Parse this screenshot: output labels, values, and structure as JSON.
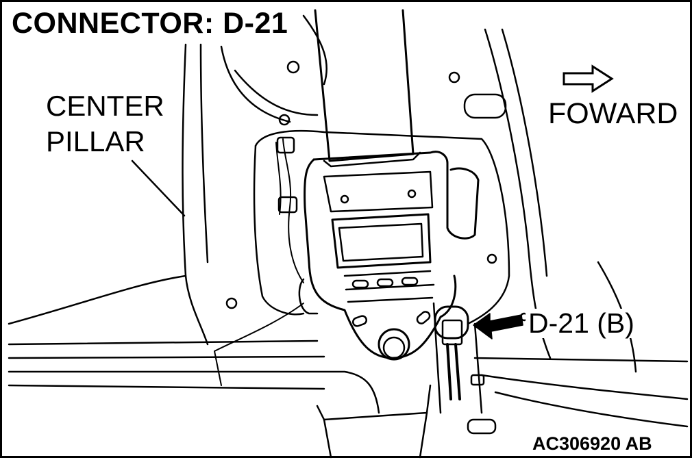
{
  "title": "CONNECTOR: D-21",
  "labels": {
    "center_pillar_line1": "CENTER",
    "center_pillar_line2": "PILLAR",
    "forward": "FOWARD",
    "connector": "D-21 (B)"
  },
  "figure_id": "AC306920 AB"
}
